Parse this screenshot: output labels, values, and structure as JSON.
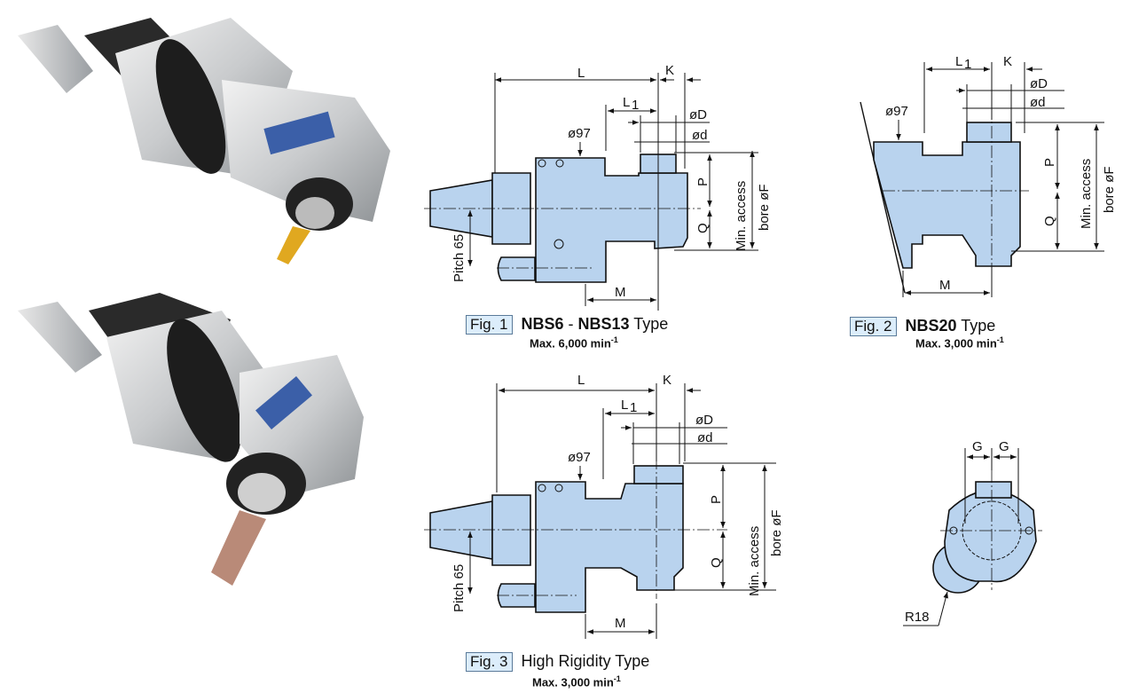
{
  "figures": [
    {
      "label": "Fig. 1",
      "title_bold_1": "NBS6",
      "title_sep": " - ",
      "title_bold_2": "NBS13",
      "title_rest": "Type",
      "speed": "Max. 6,000 min",
      "speed_exp": "-1"
    },
    {
      "label": "Fig. 2",
      "title_bold_1": "NBS20",
      "title_rest": "Type",
      "speed": "Max. 3,000 min",
      "speed_exp": "-1"
    },
    {
      "label": "Fig. 3",
      "title_rest": "High Rigidity Type",
      "speed": "Max. 3,000 min",
      "speed_exp": "-1"
    }
  ],
  "dims": {
    "L": "L",
    "K": "K",
    "L1": "L",
    "L1_sub": "1",
    "D": "øD",
    "d": "ød",
    "phi97": "ø97",
    "P": "P",
    "Q": "Q",
    "M": "M",
    "pitch": "Pitch 65",
    "bore1": "Min. access",
    "bore2": "bore øF",
    "G": "G",
    "R18": "R18"
  },
  "colors": {
    "drawing_fill": "#b9d3ee",
    "fig_label_bg": "#dcedfb"
  }
}
